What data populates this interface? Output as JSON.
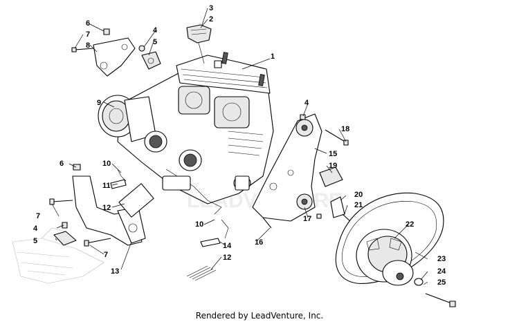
{
  "footer": {
    "text": "Rendered by LeadVenture, Inc."
  },
  "watermark": {
    "text": "LEADVENTURE"
  },
  "callouts": [
    "1",
    "2",
    "3",
    "4",
    "5",
    "6",
    "7",
    "8",
    "9",
    "10",
    "11",
    "12",
    "13",
    "14",
    "15",
    "16",
    "17",
    "18",
    "19",
    "20",
    "21",
    "22",
    "23",
    "24",
    "25"
  ],
  "duplicate_callouts": [
    "4",
    "5",
    "6",
    "7",
    "7",
    "10",
    "12"
  ]
}
